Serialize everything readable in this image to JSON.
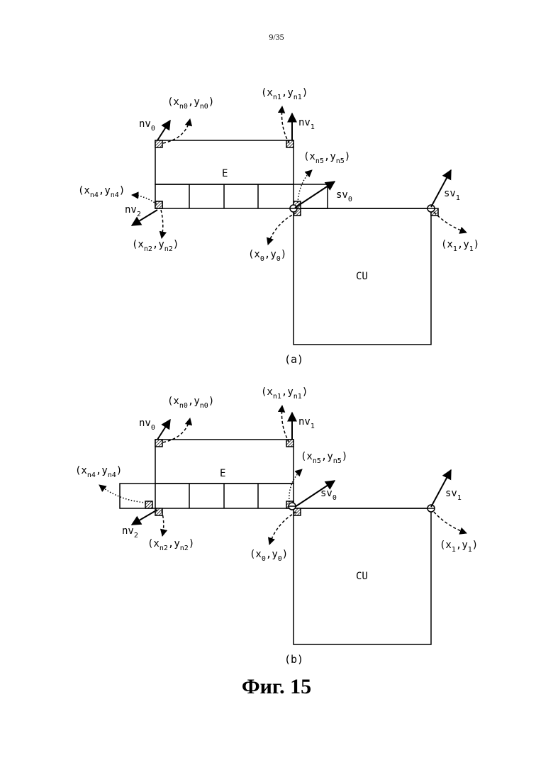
{
  "page_number": "9/35",
  "figure_caption": "Фиг. 15",
  "panels": [
    {
      "id": "a",
      "caption": "(a)",
      "block_e": "E",
      "block_cu": "CU",
      "labels": {
        "nv0": {
          "base": "nv",
          "sub": "0"
        },
        "nv1": {
          "base": "nv",
          "sub": "1"
        },
        "nv2": {
          "base": "nv",
          "sub": "2"
        },
        "sv0": {
          "base": "sv",
          "sub": "0"
        },
        "sv1": {
          "base": "sv",
          "sub": "1"
        },
        "xn0": {
          "pre": "(x",
          "s1": "n0",
          "mid": ",y",
          "s2": "n0",
          "post": ")"
        },
        "xn1": {
          "pre": "(x",
          "s1": "n1",
          "mid": ",y",
          "s2": "n1",
          "post": ")"
        },
        "xn2": {
          "pre": "(x",
          "s1": "n2",
          "mid": ",y",
          "s2": "n2",
          "post": ")"
        },
        "xn4": {
          "pre": "(x",
          "s1": "n4",
          "mid": ",y",
          "s2": "n4",
          "post": ")"
        },
        "xn5": {
          "pre": "(x",
          "s1": "n5",
          "mid": ",y",
          "s2": "n5",
          "post": ")"
        },
        "x0": {
          "pre": "(x",
          "s1": "0",
          "mid": ",y",
          "s2": "0",
          "post": ")"
        },
        "x1": {
          "pre": "(x",
          "s1": "1",
          "mid": ",y",
          "s2": "1",
          "post": ")"
        }
      }
    },
    {
      "id": "b",
      "caption": "(b)",
      "block_e": "E",
      "block_cu": "CU",
      "labels": {
        "nv0": {
          "base": "nv",
          "sub": "0"
        },
        "nv1": {
          "base": "nv",
          "sub": "1"
        },
        "nv2": {
          "base": "nv",
          "sub": "2"
        },
        "sv0": {
          "base": "sv",
          "sub": "0"
        },
        "sv1": {
          "base": "sv",
          "sub": "1"
        },
        "xn0": {
          "pre": "(x",
          "s1": "n0",
          "mid": ",y",
          "s2": "n0",
          "post": ")"
        },
        "xn1": {
          "pre": "(x",
          "s1": "n1",
          "mid": ",y",
          "s2": "n1",
          "post": ")"
        },
        "xn2": {
          "pre": "(x",
          "s1": "n2",
          "mid": ",y",
          "s2": "n2",
          "post": ")"
        },
        "xn4": {
          "pre": "(x",
          "s1": "n4",
          "mid": ",y",
          "s2": "n4",
          "post": ")"
        },
        "xn5": {
          "pre": "(x",
          "s1": "n5",
          "mid": ",y",
          "s2": "n5",
          "post": ")"
        },
        "x0": {
          "pre": "(x",
          "s1": "0",
          "mid": ",y",
          "s2": "0",
          "post": ")"
        },
        "x1": {
          "pre": "(x",
          "s1": "1",
          "mid": ",y",
          "s2": "1",
          "post": ")"
        }
      }
    }
  ]
}
